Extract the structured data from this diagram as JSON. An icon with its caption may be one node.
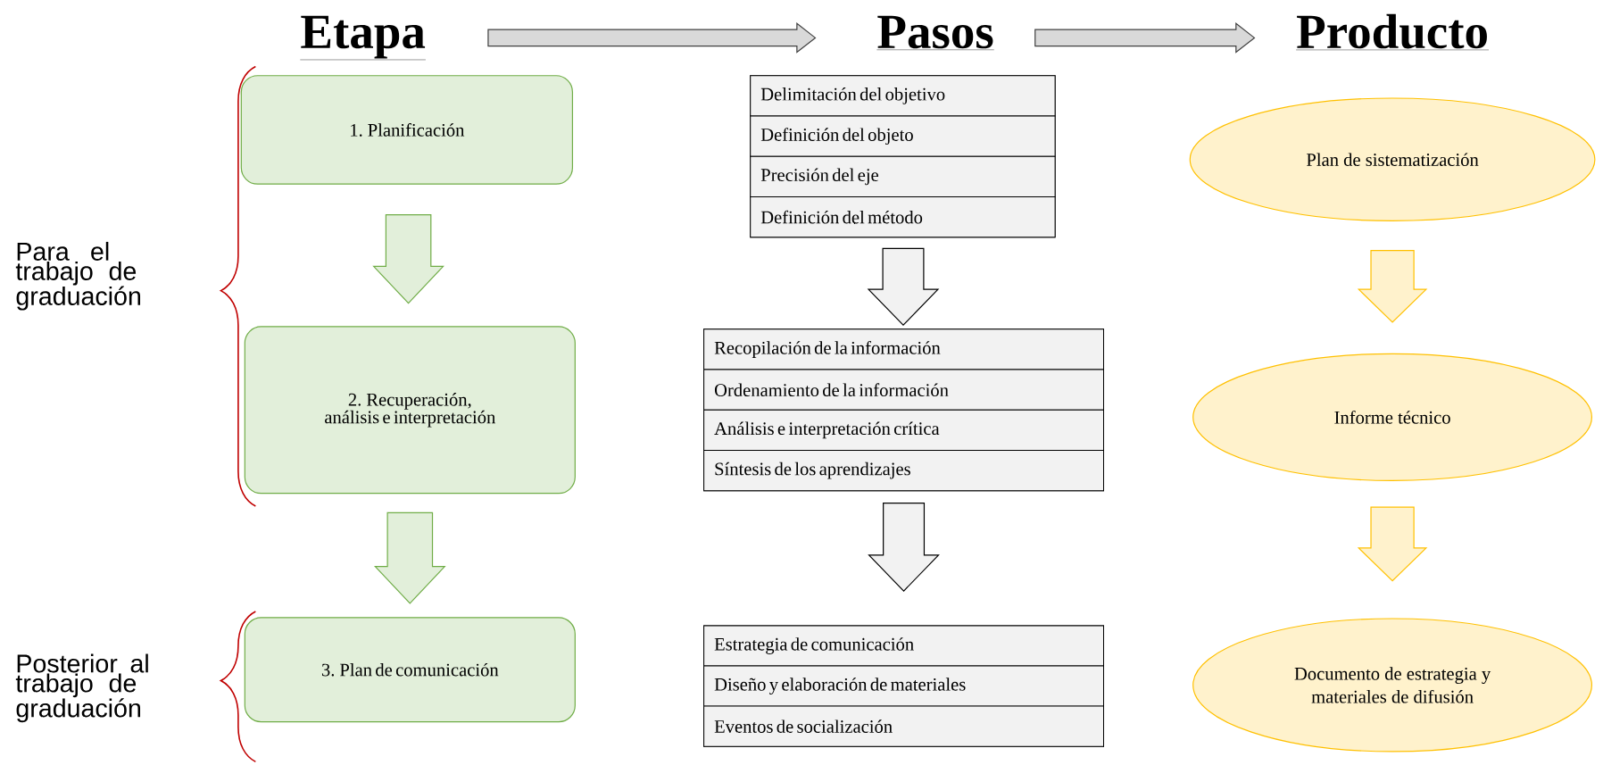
{
  "diagram": {
    "nodes": [
      {
        "text": [
          "Etapa"
        ]
      },
      {
        "text": [
          "Pasos"
        ]
      },
      {
        "text": [
          "Producto"
        ]
      },
      {
        "text": [
          "1. Planificación"
        ]
      },
      {
        "text": [
          "2. Recuperación, análisis e interpretación"
        ]
      },
      {
        "text": [
          "3. Plan de comunicación"
        ]
      },
      {
        "text": [
          "Delimitación del objetivo",
          "Definición del objeto",
          "Precisión del eje",
          "Definición del método"
        ]
      },
      {
        "text": [
          "Recopilación de la información",
          "Ordenamiento de la información",
          "Análisis e interpretación crítica",
          "Síntesis de los aprendizajes"
        ]
      },
      {
        "text": [
          "Estrategia de comunicación",
          "Diseño y elaboración de materiales",
          "Eventos de socialización"
        ]
      },
      {
        "text": [
          "Plan de sistematización"
        ]
      },
      {
        "text": [
          "Informe técnico"
        ]
      },
      {
        "text": [
          "Documento de estrategia y materiales de difusión"
        ]
      }
    ],
    "edges": [
      {
        "from": 0,
        "to": 1,
        "arrow": "to",
        "color": "#404040"
      },
      {
        "from": 1,
        "to": 2,
        "arrow": "to",
        "color": "#404040"
      },
      {
        "from": 3,
        "to": 4,
        "arrow": "to",
        "color": "#70ad47"
      },
      {
        "from": 4,
        "to": 5,
        "arrow": "to",
        "color": "#70ad47"
      },
      {
        "from": 6,
        "to": 7,
        "arrow": "to",
        "color": "#000000"
      },
      {
        "from": 7,
        "to": 8,
        "arrow": "to",
        "color": "#000000"
      },
      {
        "from": 9,
        "to": 10,
        "arrow": "to",
        "color": "#ffc000"
      },
      {
        "from": 10,
        "to": 11,
        "arrow": "to",
        "color": "#ffc000"
      }
    ],
    "labels": [
      "Para el trabajo de graduación",
      "Posterior al trabajo de graduación"
    ]
  }
}
